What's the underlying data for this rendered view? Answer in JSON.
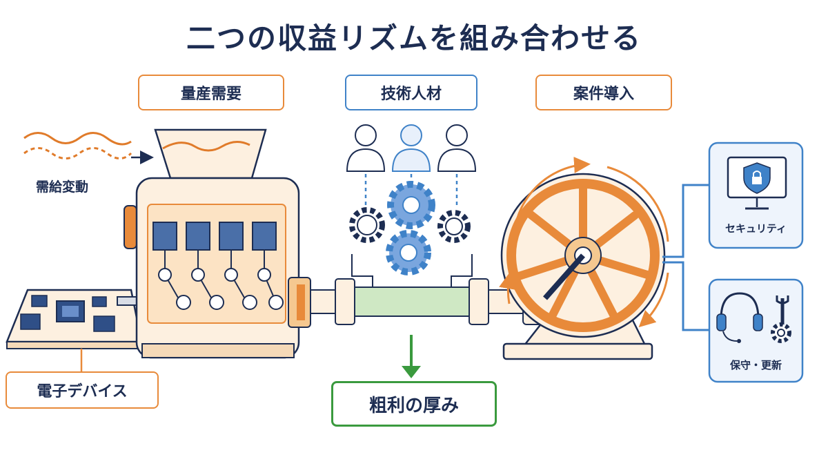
{
  "title": "二つの収益リズムを組み合わせる",
  "labels": {
    "mass_demand": "量産需要",
    "tech_talent": "技術人材",
    "project_intro": "案件導入",
    "supply_demand": "需給変動",
    "electronic_devices": "電子デバイス",
    "gross_margin": "粗利の厚み",
    "security": "セキュリティ",
    "maintenance": "保守・更新"
  },
  "icons": {
    "wave": "wave-icon",
    "engine": "engine-icon",
    "people": "person-icon",
    "gears": "gear-icon",
    "flywheel": "flywheel-icon",
    "shield": "shield-lock-icon",
    "headset": "headset-icon",
    "wrench": "wrench-icon"
  },
  "colors": {
    "navy": "#1d2d52",
    "orange": "#e88a3a",
    "blue": "#3f82c8",
    "green": "#3a9a3e",
    "cream": "#fdf0e0"
  }
}
